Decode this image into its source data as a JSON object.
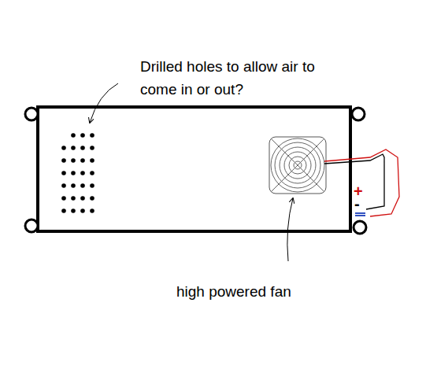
{
  "diagram": {
    "labels": [
      "Drilled holes to allow air to come in or out?",
      "high powered fan",
      "+",
      "-"
    ]
  }
}
